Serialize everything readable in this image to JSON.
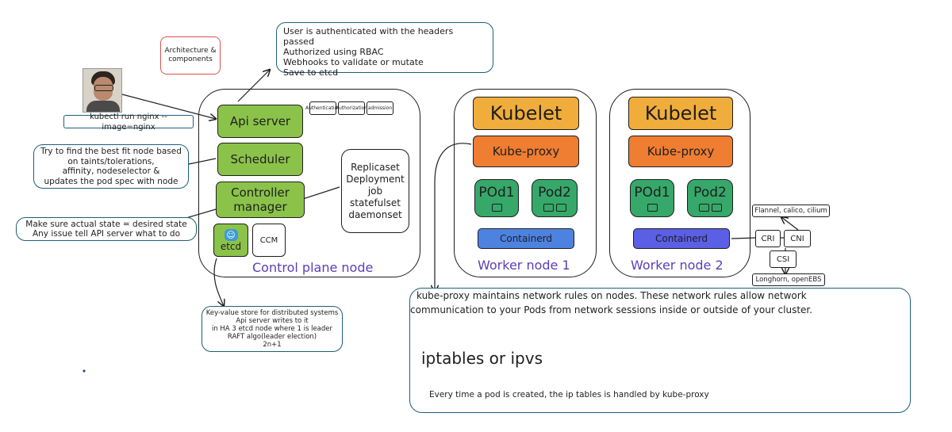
{
  "arch_note": "Architecture & components",
  "auth_note": [
    "User is authenticated with the headers passed",
    "Authorized using RBAC",
    "Webhooks to validate or mutate",
    "Save to etcd"
  ],
  "kubectl_cmd": "kubectl run nginx --image=nginx",
  "scheduler_note": [
    "Try to find the best fit node based",
    "on taints/tolerations,",
    "affinity, nodeselector &",
    "updates the pod spec with node"
  ],
  "cm_note": [
    "Make sure actual state = desired state",
    "Any issue tell API server what to do"
  ],
  "etcd_note": [
    "Key-value store for distributed systems",
    "Api server writes to it",
    "in HA 3 etcd node where 1 is leader",
    "RAFT algo(leader election)",
    "2n+1"
  ],
  "control_plane": {
    "api_server": "Api server",
    "scheduler": "Scheduler",
    "controller_manager": [
      "Controller",
      "manager"
    ],
    "etcd": "etcd",
    "ccm": "CCM",
    "plugins": [
      "Authentication",
      "Authorization",
      "admission"
    ],
    "controllers": [
      "Replicaset",
      "Deployment",
      "job",
      "statefulset",
      "daemonset"
    ],
    "label": "Control plane node"
  },
  "worker1": {
    "kubelet": "Kubelet",
    "kube_proxy": "Kube-proxy",
    "pod1": "POd1",
    "pod2": "Pod2",
    "runtime": "Containerd",
    "label": "Worker node 1"
  },
  "worker2": {
    "kubelet": "Kubelet",
    "kube_proxy": "Kube-proxy",
    "pod1": "POd1",
    "pod2": "Pod2",
    "runtime": "Containerd",
    "label": "Worker node 2"
  },
  "interfaces": {
    "cri": "CRI",
    "cni": "CNI",
    "csi": "CSI",
    "cni_note": "Flannel, calico, cilium",
    "csi_note": "Longhorn, openEBS"
  },
  "kubeproxy_note": {
    "line1": "kube-proxy maintains network rules on nodes. These network rules allow network",
    "line2": "communication to your Pods from network sessions inside or outside of your cluster.",
    "heading": "iptables or ipvs",
    "detail": "Every time a pod is created, the ip tables is handled by kube-proxy"
  },
  "colors": {
    "green": "#8bc34a",
    "orange": "#f0ad3c",
    "dark_orange": "#ef7d32",
    "pod_green": "#36a86a",
    "blue": "#4e82e0",
    "purple_label": "#5b3fb5",
    "note_border": "#1e5f7a",
    "arch_border": "#d9534f"
  }
}
